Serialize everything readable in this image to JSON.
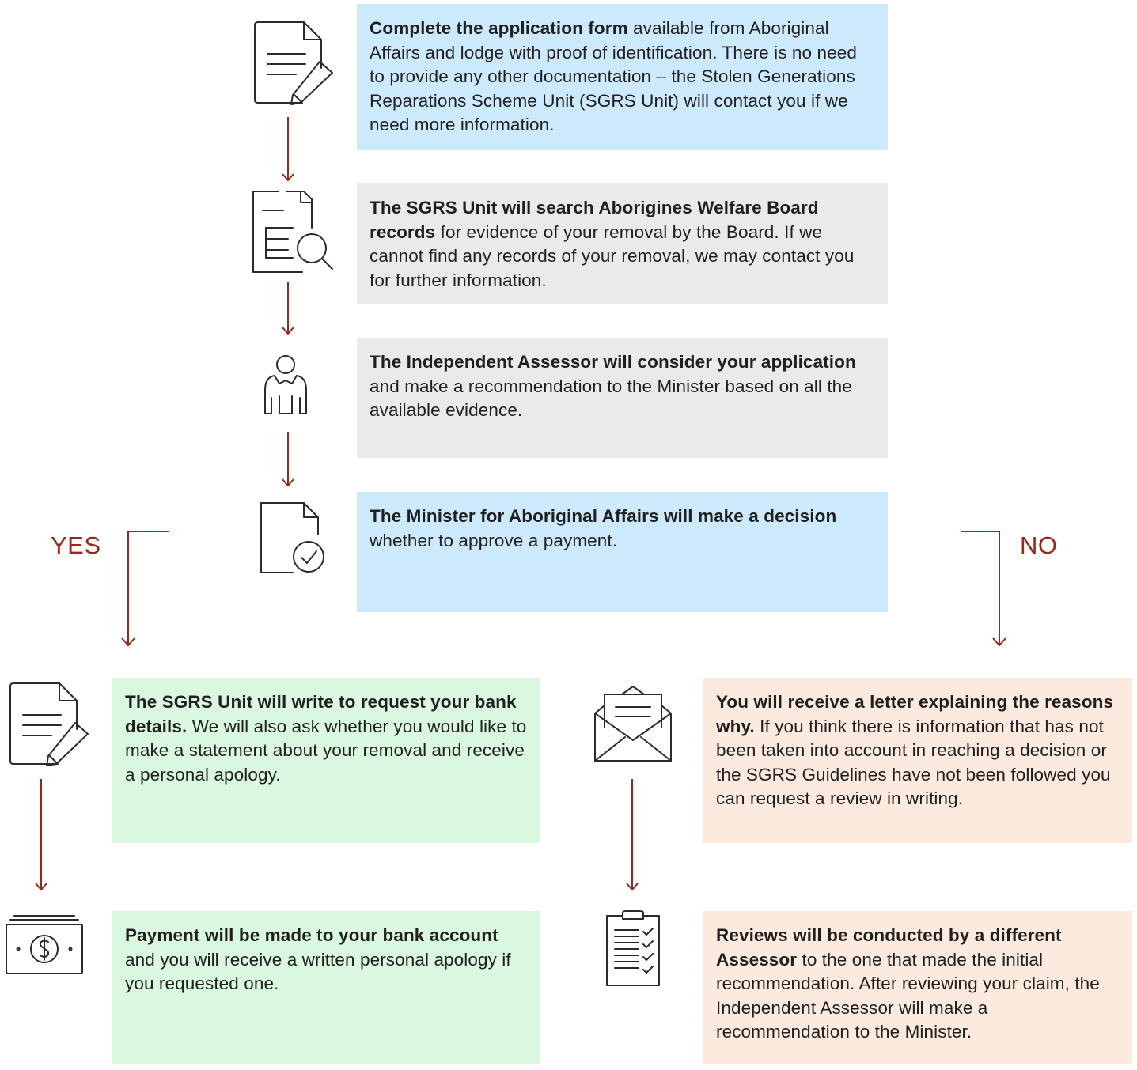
{
  "colors": {
    "arrow": "#99281a",
    "blue_box": "#cdeafd",
    "grey_box": "#eaeaea",
    "green_box": "#daf7df",
    "peach_box": "#fbeadd"
  },
  "steps": {
    "step1": {
      "icon": "document-pen-icon",
      "bold": "Complete the application form",
      "text": " available from Aboriginal Affairs and lodge with proof of identification. There is no need to provide any other documentation – the Stolen Generations Reparations Scheme Unit (SGRS Unit) will contact you if we need more information."
    },
    "step2": {
      "icon": "document-search-icon",
      "bold": "The SGRS Unit will search Aborigines Welfare Board records",
      "text": " for evidence of your removal by the Board. If we cannot find any records of your removal, we may contact you for further information."
    },
    "step3": {
      "icon": "person-icon",
      "bold": "The Independent Assessor will consider your application",
      "text": " and make a recommendation to the Minister based on all the available evidence."
    },
    "step4": {
      "icon": "document-check-icon",
      "bold": "The Minister for Aboriginal Affairs will make a decision",
      "text": " whether to approve a payment."
    }
  },
  "branches": {
    "yes_label": "YES",
    "no_label": "NO"
  },
  "yes_path": {
    "step1": {
      "icon": "document-pen-icon",
      "bold": "The SGRS Unit will write to request your bank details.",
      "text": " We will also ask whether you would like to make a statement about your removal and receive a personal apology."
    },
    "step2": {
      "icon": "money-icon",
      "bold": "Payment will be made to your bank account",
      "text": " and you will receive a written personal apology if you requested one."
    }
  },
  "no_path": {
    "step1": {
      "icon": "envelope-letter-icon",
      "bold": "You will receive a letter explaining the reasons why.",
      "text": " If you think there is information that has not been taken into account in reaching a decision or the SGRS Guidelines have not been followed you can request a review in writing."
    },
    "step2": {
      "icon": "clipboard-checklist-icon",
      "bold": "Reviews will be conducted by a different Assessor",
      "text": " to the one that made the initial recommendation. After reviewing your claim, the Independent Assessor will make a recommendation to the Minister."
    }
  }
}
